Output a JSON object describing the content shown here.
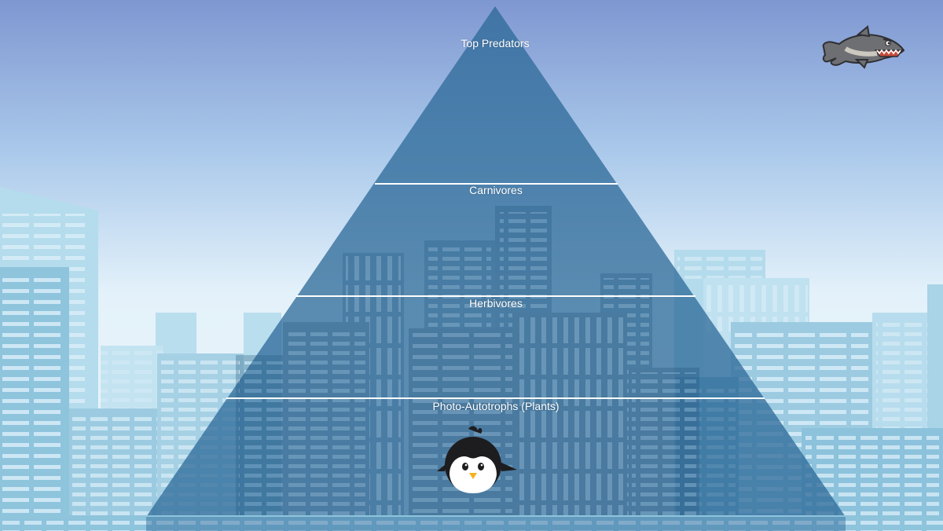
{
  "pyramid": {
    "levels": [
      {
        "id": "top-predators",
        "label": "Top Predators"
      },
      {
        "id": "carnivores",
        "label": "Carnivores"
      },
      {
        "id": "herbivores",
        "label": "Herbivores"
      },
      {
        "id": "photo-autotrophs",
        "label": "Photo-Autotrophs (Plants)"
      }
    ]
  },
  "characters": {
    "shark": {
      "icon": "shark-icon"
    },
    "penguin": {
      "icon": "penguin-icon"
    }
  },
  "colors": {
    "sky_top": "#7f97d1",
    "sky_bottom": "#eaf5fb",
    "pyramid_fill": "#2b6596",
    "divider": "#ffffff"
  }
}
